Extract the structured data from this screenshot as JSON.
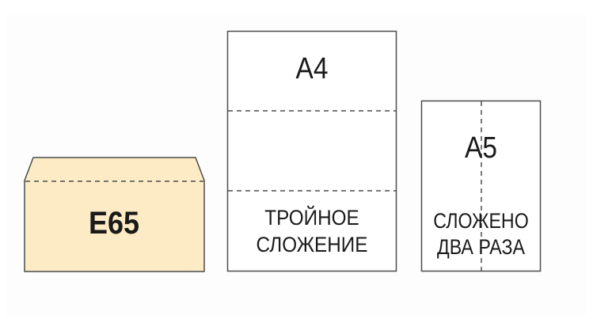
{
  "envelope": {
    "label": "E65",
    "fill_color": "#fcebc4"
  },
  "a4_sheet": {
    "title": "A4",
    "caption_line1": "ТРОЙНОЕ",
    "caption_line2": "СЛОЖЕНИЕ"
  },
  "a5_sheet": {
    "title": "A5",
    "caption_line1": "СЛОЖЕНО",
    "caption_line2": "ДВА РАЗА"
  }
}
